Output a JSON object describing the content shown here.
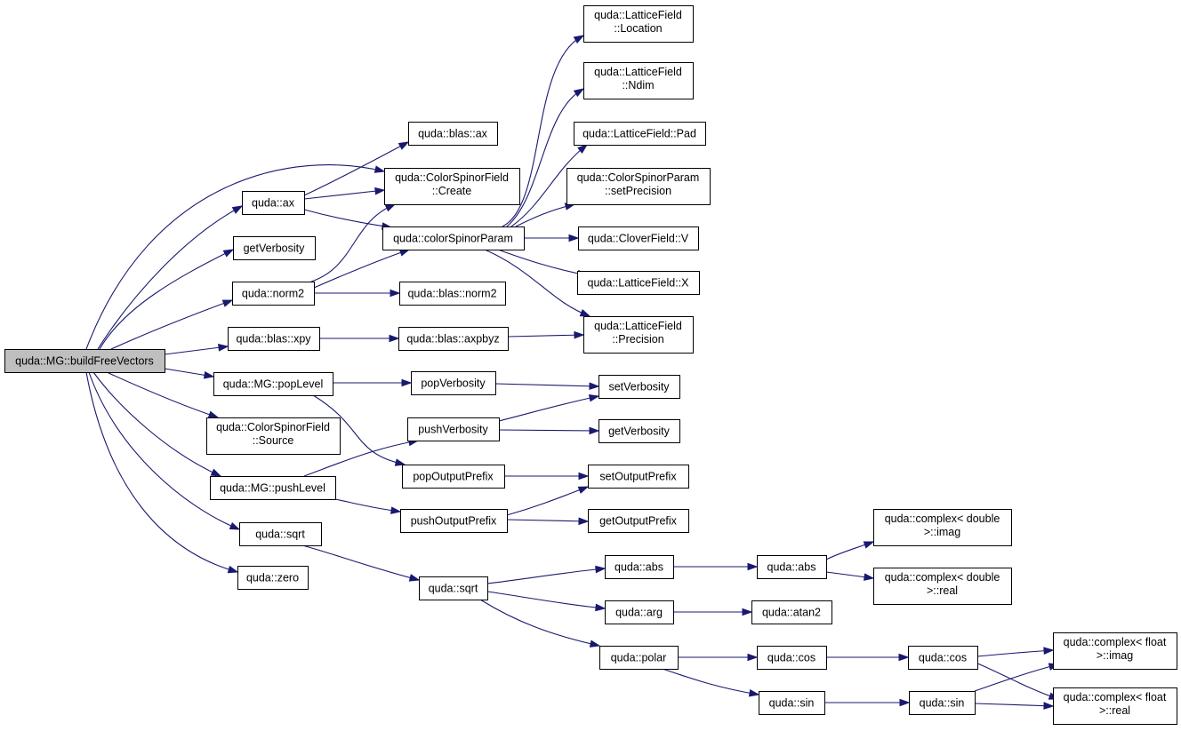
{
  "graph": {
    "nodes": {
      "root": [
        "quda::MG::buildFreeVectors"
      ],
      "ax_blas": [
        "quda::blas::ax"
      ],
      "csf_create": [
        "quda::ColorSpinorField",
        "::Create"
      ],
      "ax": [
        "quda::ax"
      ],
      "getverb1": [
        "getVerbosity"
      ],
      "csparam": [
        "quda::colorSpinorParam"
      ],
      "norm2": [
        "quda::norm2"
      ],
      "blas_norm2": [
        "quda::blas::norm2"
      ],
      "xpy": [
        "quda::blas::xpy"
      ],
      "axpbyz": [
        "quda::blas::axpbyz"
      ],
      "poplevel": [
        "quda::MG::popLevel"
      ],
      "popverb": [
        "popVerbosity"
      ],
      "csf_source": [
        "quda::ColorSpinorField",
        "::Source"
      ],
      "pushverb": [
        "pushVerbosity"
      ],
      "pushlevel": [
        "quda::MG::pushLevel"
      ],
      "popprefix": [
        "popOutputPrefix"
      ],
      "pushprefix": [
        "pushOutputPrefix"
      ],
      "sqrt1": [
        "quda::sqrt"
      ],
      "zero": [
        "quda::zero"
      ],
      "sqrt2": [
        "quda::sqrt"
      ],
      "lf_location": [
        "quda::LatticeField",
        "::Location"
      ],
      "lf_ndim": [
        "quda::LatticeField",
        "::Ndim"
      ],
      "lf_pad": [
        "quda::LatticeField::Pad"
      ],
      "csp_setprec": [
        "quda::ColorSpinorParam",
        "::setPrecision"
      ],
      "clover_v": [
        "quda::CloverField::V"
      ],
      "lf_x": [
        "quda::LatticeField::X"
      ],
      "lf_precision": [
        "quda::LatticeField",
        "::Precision"
      ],
      "setverb": [
        "setVerbosity"
      ],
      "getverb2": [
        "getVerbosity"
      ],
      "setprefix": [
        "setOutputPrefix"
      ],
      "getprefix": [
        "getOutputPrefix"
      ],
      "abs1": [
        "quda::abs"
      ],
      "abs2": [
        "quda::abs"
      ],
      "arg": [
        "quda::arg"
      ],
      "atan2": [
        "quda::atan2"
      ],
      "polar": [
        "quda::polar"
      ],
      "cos1": [
        "quda::cos"
      ],
      "cos2": [
        "quda::cos"
      ],
      "sin1": [
        "quda::sin"
      ],
      "sin2": [
        "quda::sin"
      ],
      "cd_imag": [
        "quda::complex< double",
        ">::imag"
      ],
      "cd_real": [
        "quda::complex< double",
        ">::real"
      ],
      "cf_imag": [
        "quda::complex< float",
        ">::imag"
      ],
      "cf_real": [
        "quda::complex< float",
        ">::real"
      ]
    }
  },
  "colors": {
    "edge": "#191970",
    "root_fill": "#bfbfbf",
    "node_fill": "#ffffff",
    "node_border": "#000000"
  }
}
